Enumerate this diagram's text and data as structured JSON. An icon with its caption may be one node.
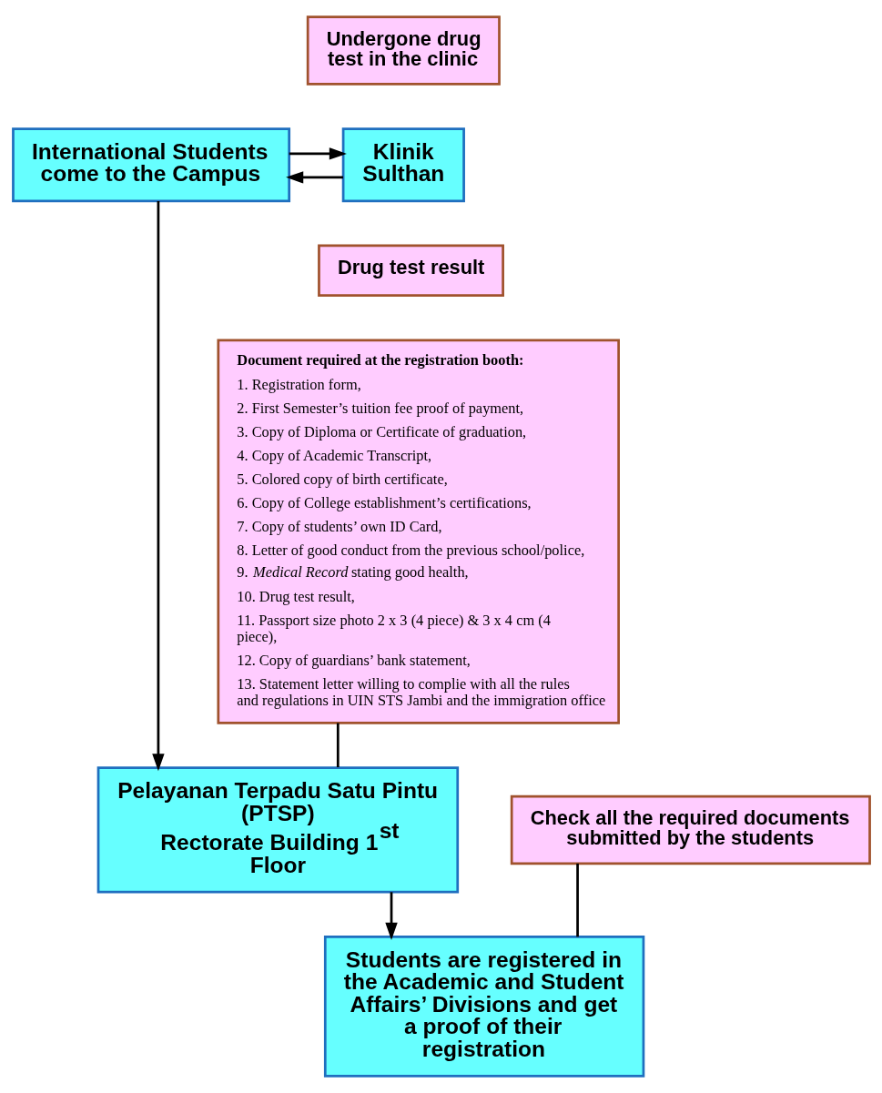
{
  "diagram": {
    "nodes": [
      {
        "text": [
          "International Students come to the Campus"
        ]
      },
      {
        "text": [
          "Klinik Sulthan"
        ]
      },
      {
        "text": [
          "Undergone drug test in the clinic"
        ]
      },
      {
        "text": [
          "Drug test result"
        ]
      },
      {
        "text": [
          "Document required at the registration booth:",
          "1. Registration form,",
          "2. First Semester’s tuition fee proof of payment,",
          "3. Copy of Diploma or Certificate of graduation,",
          "4. Copy of Academic Transcript,",
          "5. Colored copy of birth certificate,",
          "6. Copy of College establishment’s certifications,",
          "7. Copy of students’ own ID Card,",
          "8. Letter of good conduct from the previous school/police,",
          "9. *Medical Record* stating good health,",
          "10. Drug test result,",
          "11. Passport size photo 2 x 3 (4 piece) & 3 x 4 cm (4 piece),",
          "12. Copy of guardians’ bank statement,",
          "13. Statement letter willing to complie with all the rules and regulations in UIN STS Jambi and the immigration office"
        ]
      },
      {
        "text": [
          "Pelayanan Terpadu Satu Pintu (PTSP)",
          "Rectorate Building 1$^{st}$ Floor"
        ]
      },
      {
        "text": [
          "Check all the required documents submitted by the students"
        ]
      },
      {
        "text": [
          "Students are registered in the Academic and Student Affairs’ Divisions and get a proof of their registration"
        ]
      }
    ],
    "edges": [
      {
        "from": 0,
        "to": 1,
        "arrow": "to"
      },
      {
        "from": 1,
        "to": 0,
        "arrow": "to"
      },
      {
        "from": 0,
        "to": 5,
        "arrow": "to"
      },
      {
        "from": 4,
        "to": 5,
        "arrow": "none"
      },
      {
        "from": 5,
        "to": 7,
        "arrow": "to"
      },
      {
        "from": 6,
        "to": 7,
        "arrow": "none"
      }
    ]
  }
}
